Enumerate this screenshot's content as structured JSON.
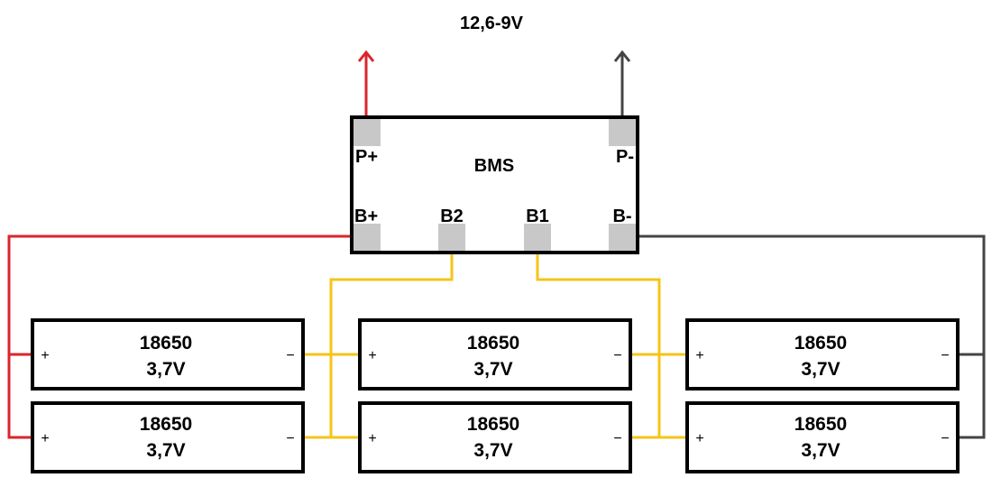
{
  "title": "12,6-9V",
  "bms": {
    "label": "BMS",
    "pads": {
      "p_plus": "P+",
      "p_minus": "P-",
      "b_plus": "B+",
      "b2": "B2",
      "b1": "B1",
      "b_minus": "B-"
    }
  },
  "cells": [
    {
      "model": "18650",
      "voltage": "3,7V",
      "plus": "+",
      "minus": "−"
    },
    {
      "model": "18650",
      "voltage": "3,7V",
      "plus": "+",
      "minus": "−"
    },
    {
      "model": "18650",
      "voltage": "3,7V",
      "plus": "+",
      "minus": "−"
    },
    {
      "model": "18650",
      "voltage": "3,7V",
      "plus": "+",
      "minus": "−"
    },
    {
      "model": "18650",
      "voltage": "3,7V",
      "plus": "+",
      "minus": "−"
    },
    {
      "model": "18650",
      "voltage": "3,7V",
      "plus": "+",
      "minus": "−"
    }
  ],
  "colors": {
    "positive_wire": "#d9262c",
    "negative_wire": "#444444",
    "balance_wire": "#f5c518",
    "pad_fill": "#c8c8c8",
    "outline": "#000000"
  }
}
